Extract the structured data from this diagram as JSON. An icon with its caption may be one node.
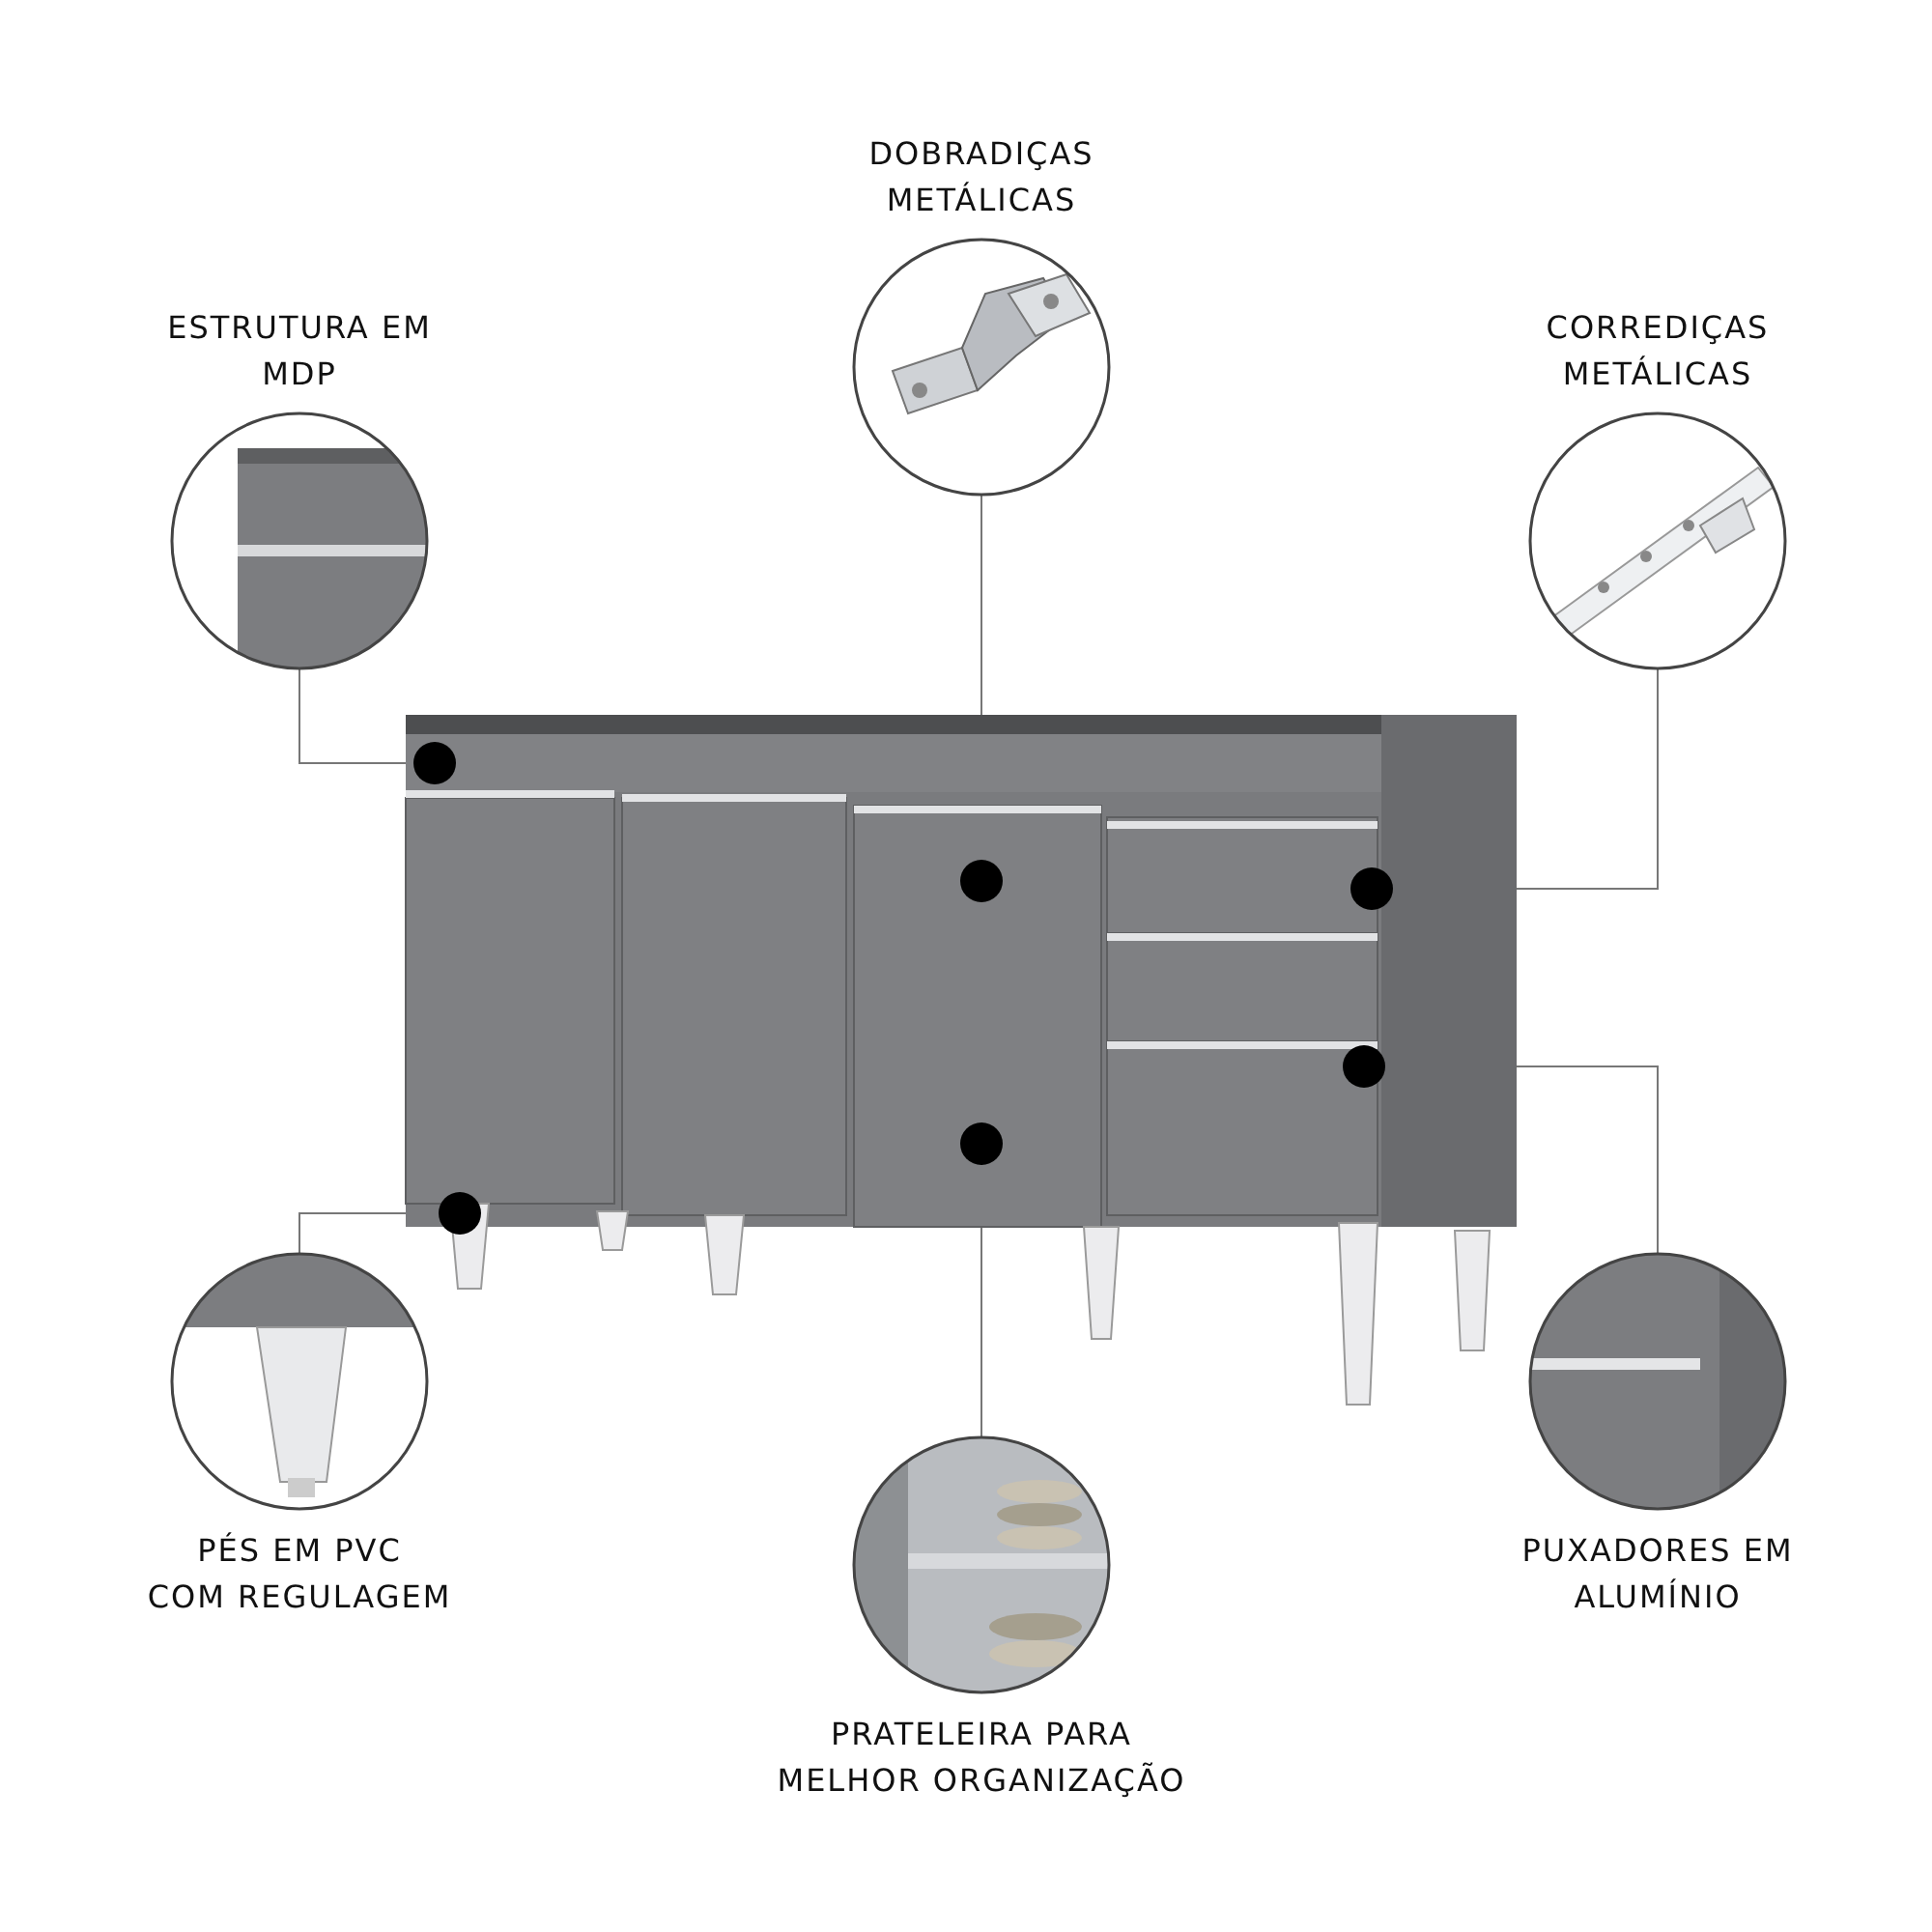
{
  "diagram": {
    "nodes": [
      {
        "text": [
          "DOBRADIÇAS METÁLICAS"
        ]
      },
      {
        "text": [
          "ESTRUTURA EM MDP"
        ]
      },
      {
        "text": [
          "CORREDIÇAS METÁLICAS"
        ]
      },
      {
        "text": [],
        "shape": "picture"
      },
      {
        "text": [],
        "shape": "circle",
        "in": 3
      },
      {
        "text": [],
        "shape": "circle",
        "in": 3
      },
      {
        "text": [],
        "shape": "circle",
        "in": 3
      },
      {
        "text": [],
        "shape": "circle",
        "in": 3
      },
      {
        "text": [],
        "shape": "circle",
        "in": 3
      },
      {
        "text": [],
        "shape": "circle",
        "in": 3
      },
      {
        "text": [
          "PÉS EM PVC COM REGULAGEM"
        ]
      },
      {
        "text": [
          "PUXADORES EM ALUMÍNIO"
        ]
      },
      {
        "text": [
          "PRATELEIRA PARA MELHOR ORGANIZAÇÃO"
        ]
      }
    ],
    "edges": [
      {
        "from": 0,
        "to": 5,
        "arrow": "none"
      },
      {
        "from": 1,
        "to": 4,
        "arrow": "none"
      },
      {
        "from": 2,
        "to": 6,
        "arrow": "none"
      },
      {
        "from": 10,
        "to": 9,
        "arrow": "none"
      },
      {
        "from": 12,
        "to": 8,
        "arrow": "none"
      },
      {
        "from": 11,
        "to": 7,
        "arrow": "none"
      }
    ]
  }
}
